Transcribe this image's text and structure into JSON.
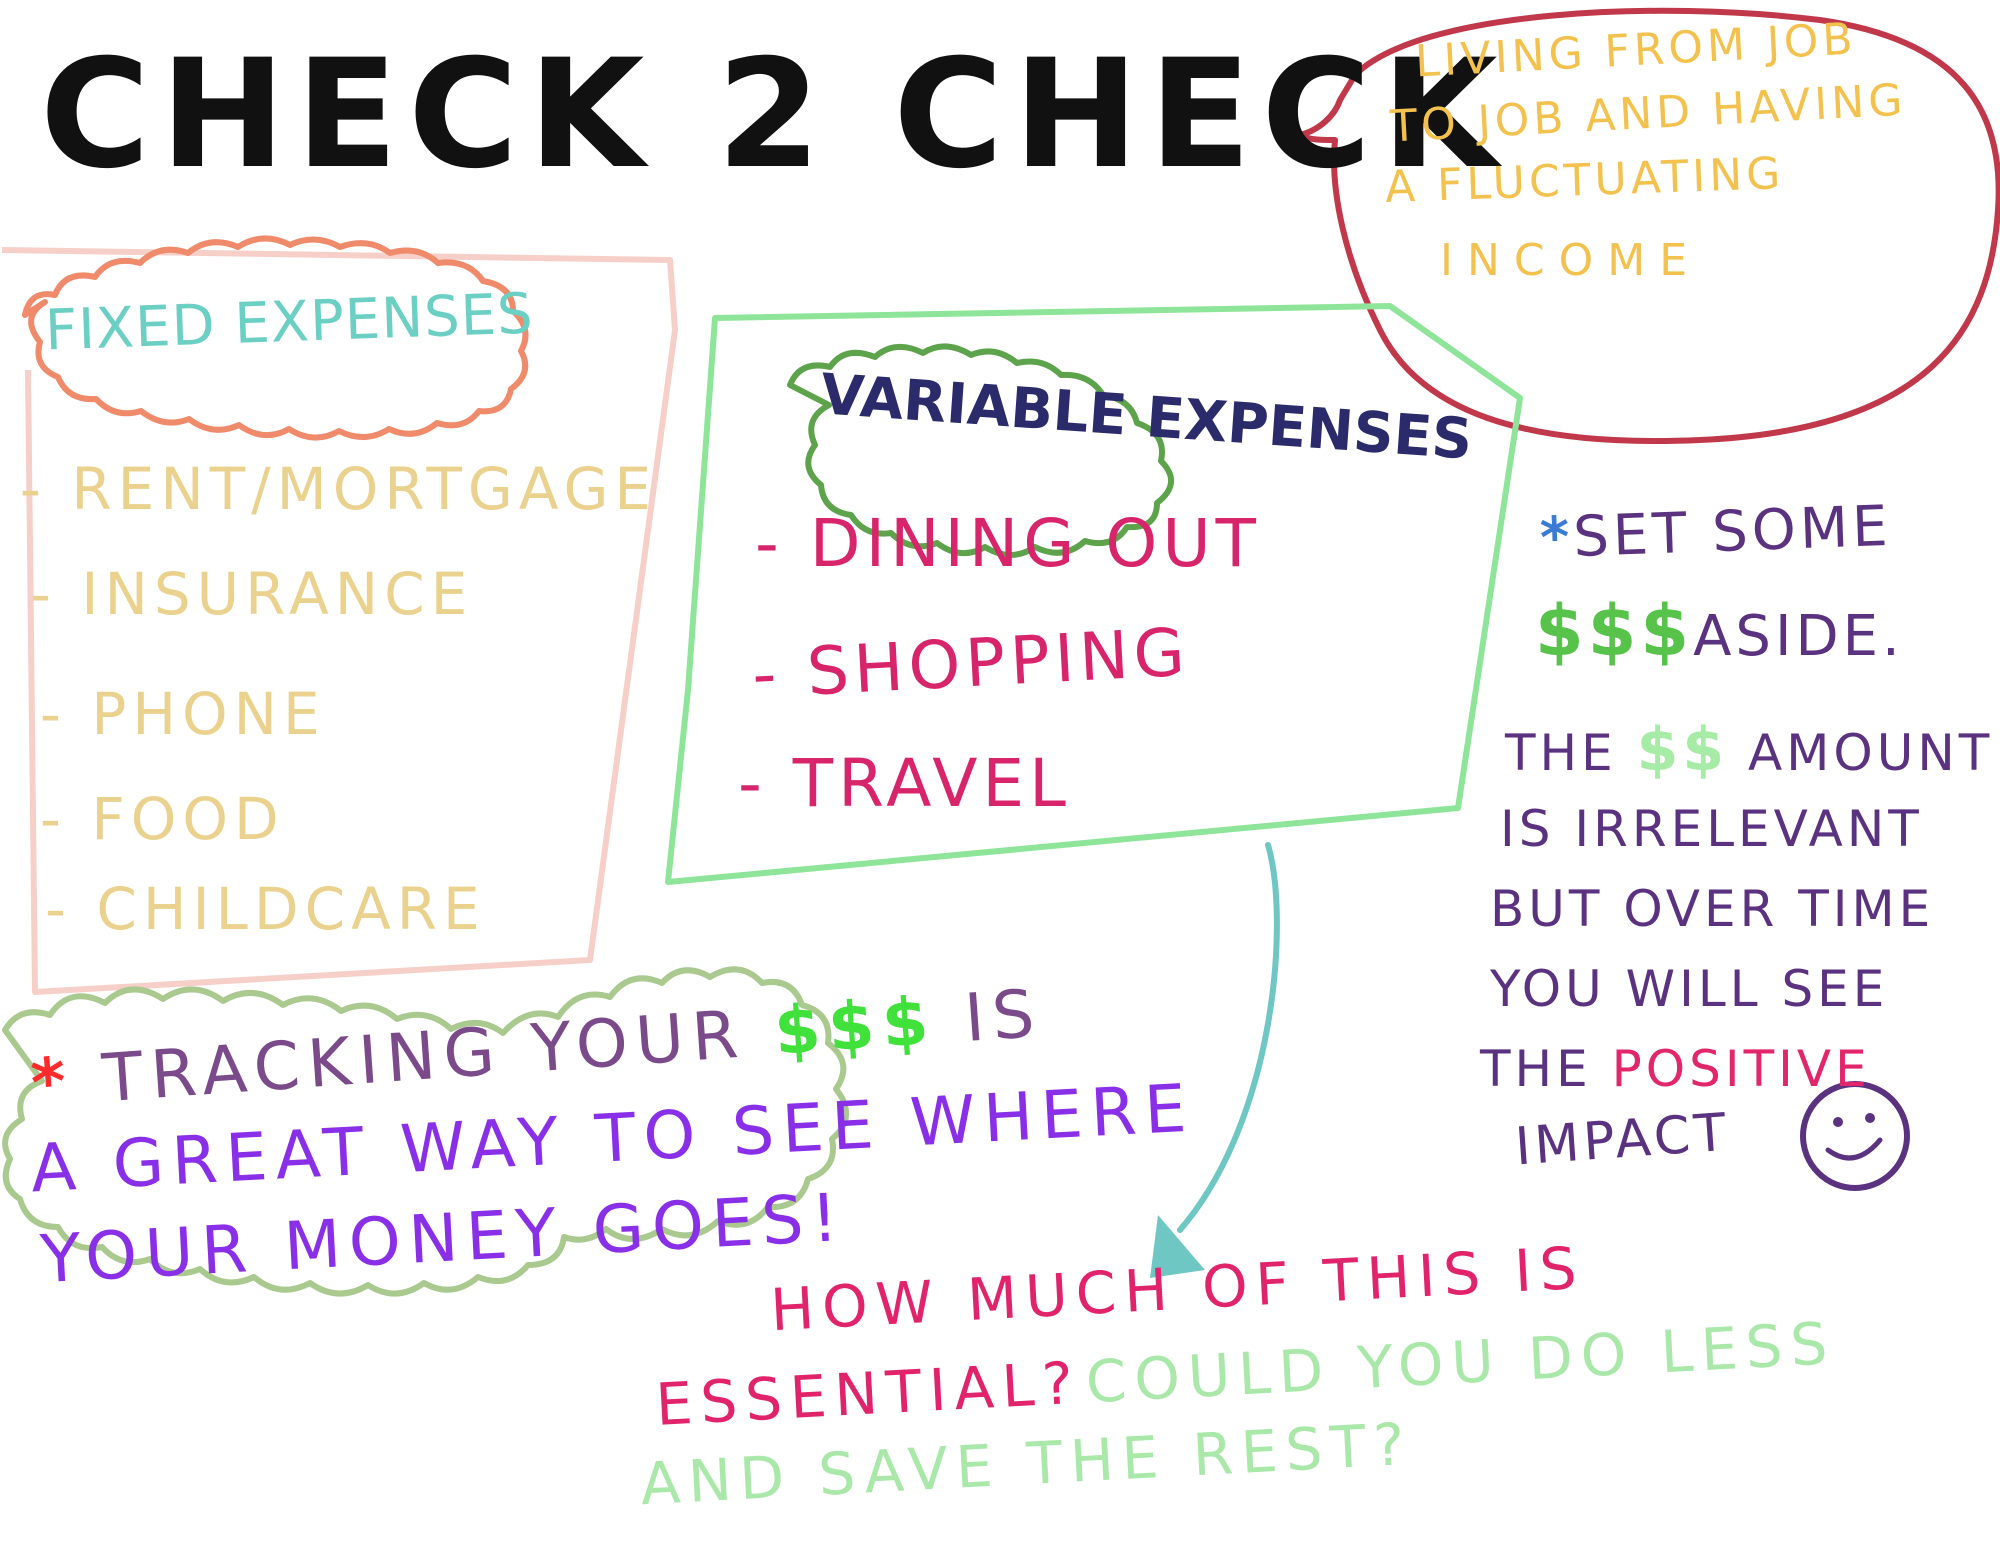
{
  "title": "CHECK 2 CHECK",
  "definition_bubble": {
    "lines": [
      "LIVING FROM JOB",
      "TO JOB AND HAVING",
      "A FLUCTUATING",
      "INCOME"
    ]
  },
  "fixed_expenses": {
    "heading": "FIXED EXPENSES",
    "items": [
      "RENT/MORTGAGE",
      "INSURANCE",
      "PHONE",
      "FOOD",
      "CHILDCARE"
    ]
  },
  "variable_expenses": {
    "heading": "VARIABLE EXPENSES",
    "items": [
      "DINING OUT",
      "SHOPPING",
      "TRAVEL"
    ]
  },
  "tracking_note": {
    "star": "*",
    "line1": "TRACKING YOUR",
    "money": "$$$",
    "is": "IS",
    "line2": "A GREAT WAY TO SEE WHERE",
    "line3": "YOUR MONEY GOES!"
  },
  "savings_note": {
    "star": "*",
    "line1": "SET SOME",
    "money1": "$$$",
    "aside": "ASIDE.",
    "the": "THE",
    "money2": "$$",
    "amount": "AMOUNT",
    "line3": "IS IRRELEVANT",
    "line4": "BUT OVER TIME",
    "line5": "YOU WILL SEE",
    "the2": "THE",
    "positive": "POSITIVE",
    "impact": "IMPACT",
    "smiley_icon": "smiley-face-icon"
  },
  "question": {
    "part1": "HOW MUCH OF THIS IS",
    "part2": "ESSENTIAL?",
    "part3": "COULD YOU DO LESS",
    "part4": "AND SAVE THE REST?"
  },
  "colors": {
    "title": "#111111",
    "bubble_outline": "#c0384a",
    "bubble_text": "#f3c24e",
    "fixed_box": "#f6cfc8",
    "fixed_cloud": "#ef8a6a",
    "fixed_heading": "#6ccfc4",
    "fixed_items": "#ead28e",
    "variable_box": "#8ee59a",
    "variable_cloud": "#5da34b",
    "variable_heading": "#2b2a6b",
    "variable_items": "#d8246a",
    "tracking_cloud": "#a9c98e",
    "arrow": "#6fc7c4"
  }
}
